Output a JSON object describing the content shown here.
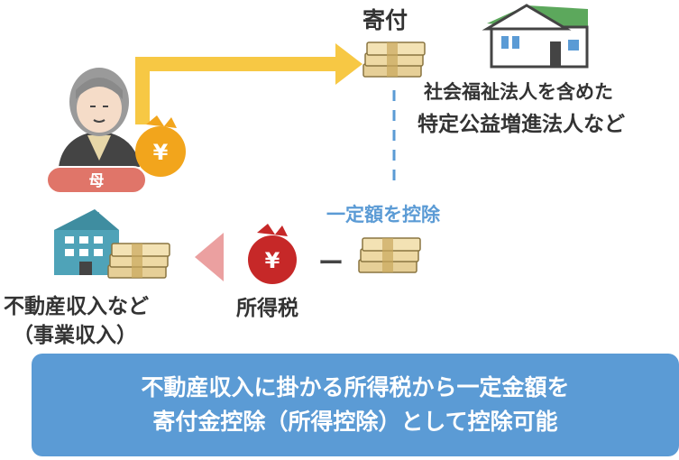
{
  "labels": {
    "donation": "寄付",
    "org_line1": "社会福祉法人を含めた",
    "org_line2": "特定公益増進法人など",
    "mother": "母",
    "deduction": "一定額を控除",
    "income_line1": "不動産収入など",
    "income_line2": "（事業収入）",
    "income_tax": "所得税",
    "minus": "ー"
  },
  "banner": {
    "line1": "不動産収入に掛かる所得税から一定金額を",
    "line2": "寄付金控除（所得控除）として控除可能"
  },
  "icons": {
    "yen_mother": "¥",
    "yen_tax": "¥"
  },
  "colors": {
    "arrow_yellow": "#f7c844",
    "dashed_blue": "#5b9bd5",
    "banner_blue": "#5b9bd5",
    "badge_red": "#e07569",
    "coin_orange": "#f2a51c",
    "tax_red": "#c62828",
    "house_green": "#5ca85c",
    "building_teal": "#4fa3b8",
    "pink_arrow": "#eba0a0"
  }
}
